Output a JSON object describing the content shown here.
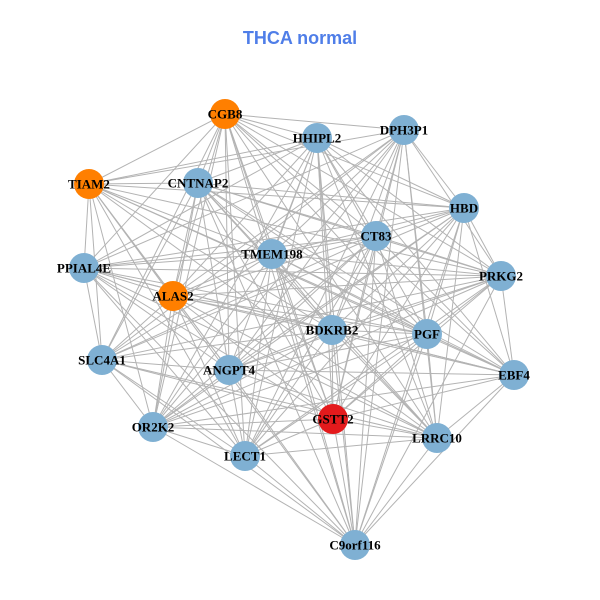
{
  "title": "THCA normal",
  "colors": {
    "title": "#4f7ee8",
    "edge": "#b3b3b3",
    "node_default": "#7fb0d3",
    "node_orange": "#ff7f00",
    "node_red": "#e41a1c"
  },
  "nodes": [
    {
      "id": "CGB8",
      "label": "CGB8",
      "group": "orange"
    },
    {
      "id": "HHIPL2",
      "label": "HHIPL2",
      "group": "default"
    },
    {
      "id": "DPH3P1",
      "label": "DPH3P1",
      "group": "default"
    },
    {
      "id": "TIAM2",
      "label": "TIAM2",
      "group": "orange"
    },
    {
      "id": "CNTNAP2",
      "label": "CNTNAP2",
      "group": "default"
    },
    {
      "id": "HBD",
      "label": "HBD",
      "group": "default"
    },
    {
      "id": "CT83",
      "label": "CT83",
      "group": "default"
    },
    {
      "id": "TMEM198",
      "label": "TMEM198",
      "group": "default"
    },
    {
      "id": "PPIAL4E",
      "label": "PPIAL4E",
      "group": "default"
    },
    {
      "id": "PRKG2",
      "label": "PRKG2",
      "group": "default"
    },
    {
      "id": "ALAS2",
      "label": "ALAS2",
      "group": "orange"
    },
    {
      "id": "BDKRB2",
      "label": "BDKRB2",
      "group": "default"
    },
    {
      "id": "PGF",
      "label": "PGF",
      "group": "default"
    },
    {
      "id": "SLC4A1",
      "label": "SLC4A1",
      "group": "default"
    },
    {
      "id": "ANGPT4",
      "label": "ANGPT4",
      "group": "default"
    },
    {
      "id": "EBF4",
      "label": "EBF4",
      "group": "default"
    },
    {
      "id": "OR2K2",
      "label": "OR2K2",
      "group": "default"
    },
    {
      "id": "GSTT2",
      "label": "GSTT2",
      "group": "red"
    },
    {
      "id": "LRRC10",
      "label": "LRRC10",
      "group": "default"
    },
    {
      "id": "LECT1",
      "label": "LECT1",
      "group": "default"
    },
    {
      "id": "C9orf116",
      "label": "C9orf116",
      "group": "default"
    }
  ],
  "edge_mode": "near-complete graph (dense co-expression network)"
}
